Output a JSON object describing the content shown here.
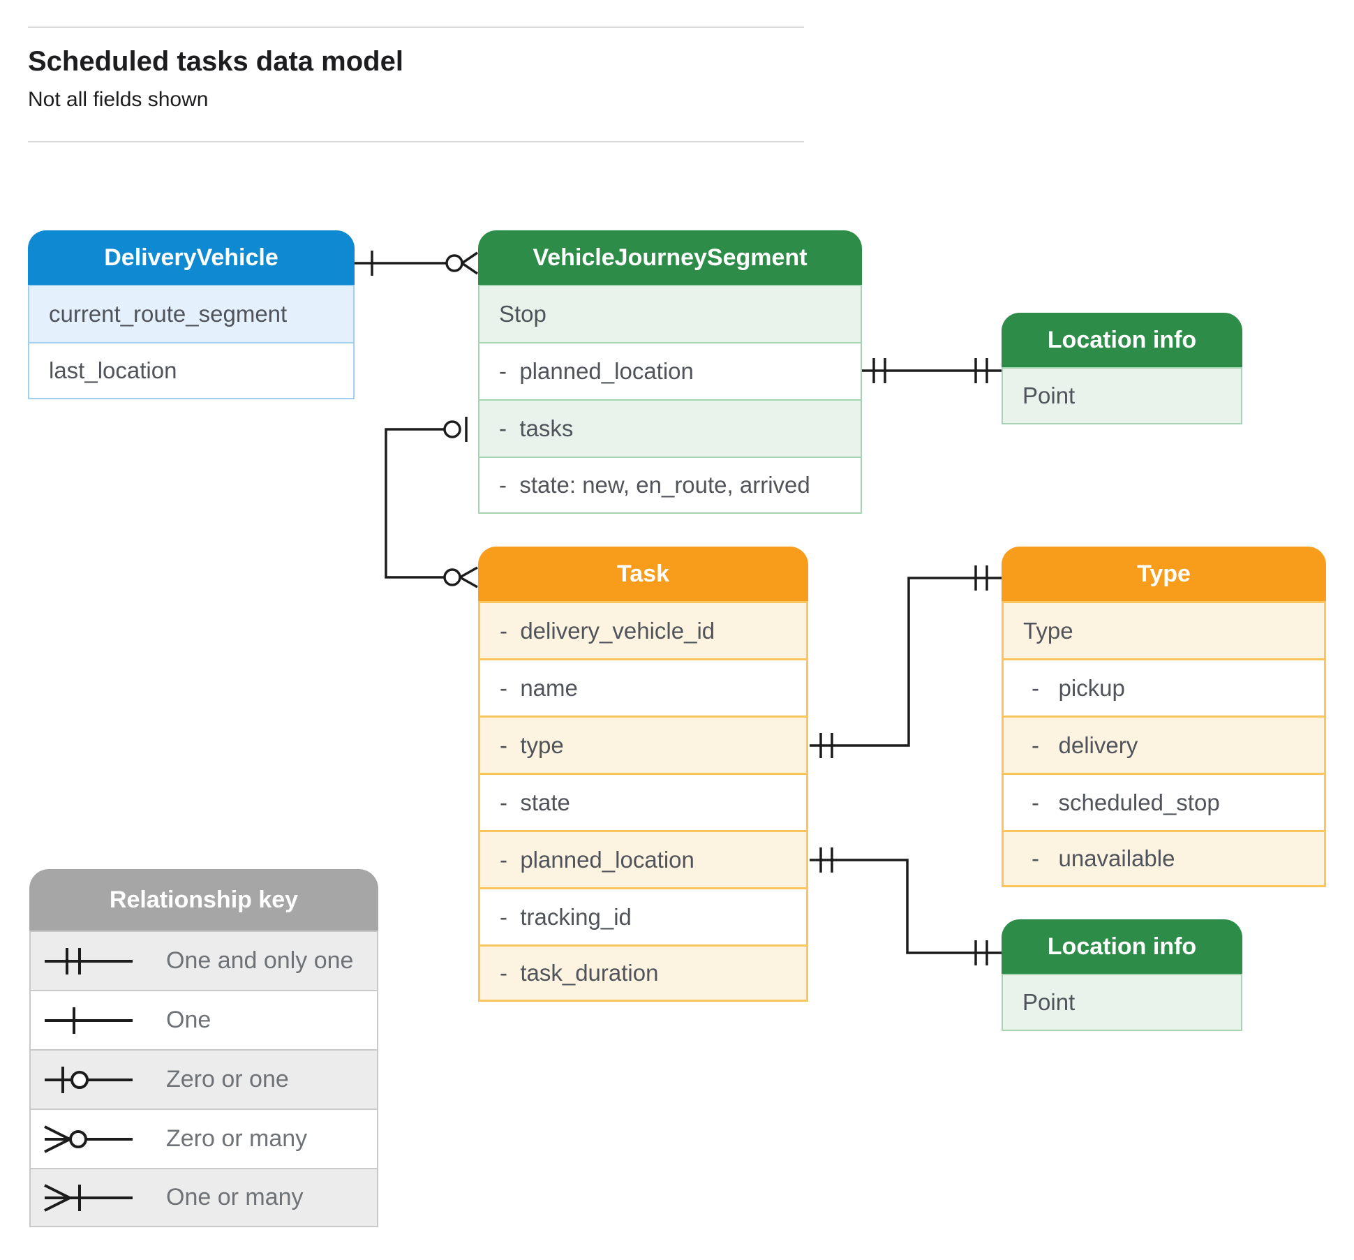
{
  "page": {
    "title": "Scheduled tasks data model",
    "subtitle": "Not all fields shown"
  },
  "colors": {
    "blue_header": "#0f8ad2",
    "blue_tint": "#e4f1fc",
    "blue_border": "#9fd0ef",
    "green_header": "#2e8c49",
    "green_tint": "#e9f3ec",
    "green_border": "#a6d3b0",
    "orange_header": "#f89c1c",
    "orange_tint": "#fdf3e1",
    "orange_border": "#fcc45c",
    "gray_header": "#a6a6a6",
    "gray_tint": "#ececec",
    "gray_border": "#c9c9c9",
    "connector": "#1c1c1c",
    "row_text": "#50545a"
  },
  "entities": {
    "delivery_vehicle": {
      "title": "DeliveryVehicle",
      "rows": [
        {
          "label": "current_route_segment"
        },
        {
          "label": "last_location"
        }
      ]
    },
    "vehicle_journey_segment": {
      "title": "VehicleJourneySegment",
      "rows": [
        {
          "label": "Stop"
        },
        {
          "label": "-  planned_location"
        },
        {
          "label": "-  tasks"
        },
        {
          "label": "-  state: new, en_route, arrived"
        }
      ]
    },
    "location_info_top": {
      "title": "Location info",
      "rows": [
        {
          "label": "Point"
        }
      ]
    },
    "task": {
      "title": "Task",
      "rows": [
        {
          "label": "-  delivery_vehicle_id"
        },
        {
          "label": "-  name"
        },
        {
          "label": "-  type"
        },
        {
          "label": "-  state"
        },
        {
          "label": "-  planned_location"
        },
        {
          "label": "-  tracking_id"
        },
        {
          "label": "-  task_duration"
        }
      ]
    },
    "type": {
      "title": "Type",
      "rows": [
        {
          "label": "Type"
        },
        {
          "label": "-   pickup"
        },
        {
          "label": "-   delivery"
        },
        {
          "label": "-   scheduled_stop"
        },
        {
          "label": "-   unavailable"
        }
      ]
    },
    "location_info_bottom": {
      "title": "Location info",
      "rows": [
        {
          "label": "Point"
        }
      ]
    }
  },
  "connectors": [
    {
      "from": "DeliveryVehicle",
      "to": "VehicleJourneySegment",
      "from_end": "one",
      "to_end": "zero-or-many"
    },
    {
      "from": "VehicleJourneySegment.planned_location",
      "to": "Location info (top)",
      "from_end": "one-and-only-one",
      "to_end": "one-and-only-one"
    },
    {
      "from": "VehicleJourneySegment.tasks",
      "to": "Task",
      "from_end": "zero-or-one",
      "to_end": "zero-or-many"
    },
    {
      "from": "Task.type",
      "to": "Type",
      "from_end": "one-and-only-one",
      "to_end": "one-and-only-one"
    },
    {
      "from": "Task.planned_location",
      "to": "Location info (bottom)",
      "from_end": "one-and-only-one",
      "to_end": "one-and-only-one"
    }
  ],
  "legend": {
    "title": "Relationship key",
    "items": [
      {
        "symbol": "one-and-only-one",
        "label": "One and only one"
      },
      {
        "symbol": "one",
        "label": "One"
      },
      {
        "symbol": "zero-or-one",
        "label": "Zero or one"
      },
      {
        "symbol": "zero-or-many",
        "label": "Zero or many"
      },
      {
        "symbol": "one-or-many",
        "label": "One or many"
      }
    ]
  }
}
